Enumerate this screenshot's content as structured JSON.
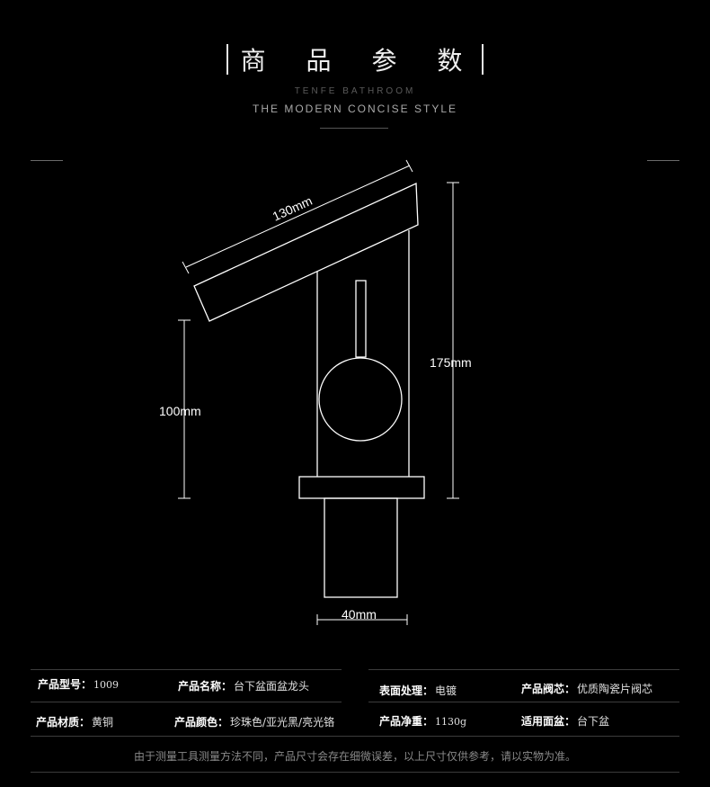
{
  "header": {
    "title": "商 品 参 数",
    "brand": "TENFE BATHROOM",
    "tagline": "THE MODERN CONCISE STYLE"
  },
  "dimensions": {
    "spout_length": "130mm",
    "total_height": "175mm",
    "handle_height": "100mm",
    "base_width": "40mm"
  },
  "specs": {
    "model_key": "产品型号：",
    "model_value": "1009",
    "name_key": "产品名称：",
    "name_value": "台下盆面盆龙头",
    "surface_key": "表面处理：",
    "surface_value": "电镀",
    "valve_key": "产品阀芯：",
    "valve_value": "优质陶瓷片阀芯",
    "material_key": "产品材质：",
    "material_value": "黄铜",
    "color_key": "产品颜色：",
    "color_value": "珍珠色/亚光黑/亮光铬",
    "weight_key": "产品净重：",
    "weight_value": "1130g",
    "basin_key": "适用面盆：",
    "basin_value": "台下盆"
  },
  "note": "由于测量工具测量方法不同，产品尺寸会存在细微误差，以上尺寸仅供参考，请以实物为准。",
  "colors": {
    "background": "#000000",
    "line": "#ffffff",
    "muted": "#8a8a8a"
  }
}
